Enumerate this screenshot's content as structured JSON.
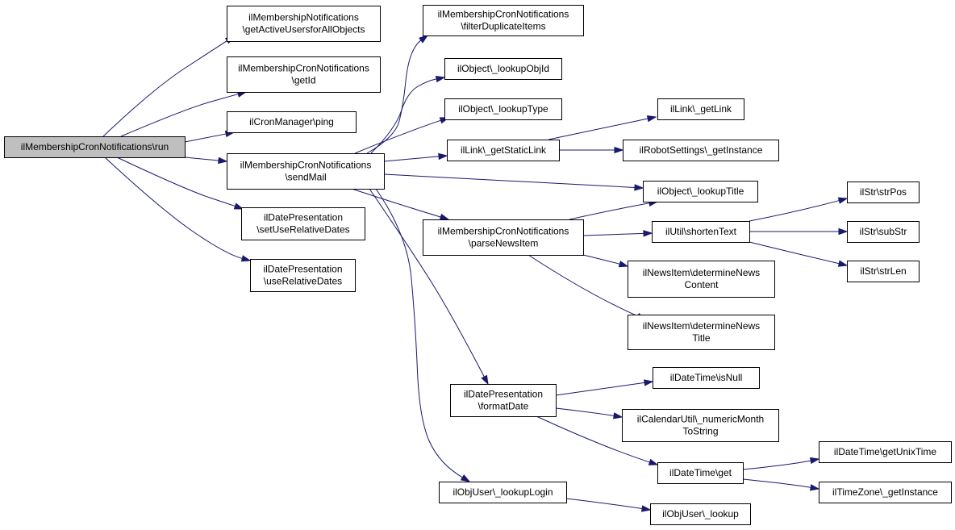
{
  "diagram": {
    "type": "call-graph",
    "colors": {
      "edge": "#191970",
      "root_fill": "#bfbfbf",
      "node_fill": "#ffffff",
      "border": "#000000"
    },
    "nodes": [
      {
        "id": "run",
        "lines": [
          "ilMembershipCronNotifications\\run"
        ],
        "root": true
      },
      {
        "id": "getActiveUsers",
        "lines": [
          "ilMembershipNotifications",
          "\\getActiveUsersforAllObjects"
        ]
      },
      {
        "id": "getId",
        "lines": [
          "ilMembershipCronNotifications",
          "\\getId"
        ]
      },
      {
        "id": "ping",
        "lines": [
          "ilCronManager\\ping"
        ]
      },
      {
        "id": "sendMail",
        "lines": [
          "ilMembershipCronNotifications",
          "\\sendMail"
        ]
      },
      {
        "id": "setUseRelativeDates",
        "lines": [
          "ilDatePresentation",
          "\\setUseRelativeDates"
        ]
      },
      {
        "id": "useRelativeDates",
        "lines": [
          "ilDatePresentation",
          "\\useRelativeDates"
        ]
      },
      {
        "id": "filterDuplicateItems",
        "lines": [
          "ilMembershipCronNotifications",
          "\\filterDuplicateItems"
        ]
      },
      {
        "id": "lookupObjId",
        "lines": [
          "ilObject\\_lookupObjId"
        ]
      },
      {
        "id": "lookupType",
        "lines": [
          "ilObject\\_lookupType"
        ]
      },
      {
        "id": "getStaticLink",
        "lines": [
          "ilLink\\_getStaticLink"
        ]
      },
      {
        "id": "parseNewsItem",
        "lines": [
          "ilMembershipCronNotifications",
          "\\parseNewsItem"
        ]
      },
      {
        "id": "formatDate",
        "lines": [
          "ilDatePresentation",
          "\\formatDate"
        ]
      },
      {
        "id": "lookupLogin",
        "lines": [
          "ilObjUser\\_lookupLogin"
        ]
      },
      {
        "id": "getLink",
        "lines": [
          "ilLink\\_getLink"
        ]
      },
      {
        "id": "robotGetInstance",
        "lines": [
          "ilRobotSettings\\_getInstance"
        ]
      },
      {
        "id": "lookupTitle",
        "lines": [
          "ilObject\\_lookupTitle"
        ]
      },
      {
        "id": "shortenText",
        "lines": [
          "ilUtil\\shortenText"
        ]
      },
      {
        "id": "determineNewsContent",
        "lines": [
          "ilNewsItem\\determineNews",
          "Content"
        ]
      },
      {
        "id": "determineNewsTitle",
        "lines": [
          "ilNewsItem\\determineNews",
          "Title"
        ]
      },
      {
        "id": "isNull",
        "lines": [
          "ilDateTime\\isNull"
        ]
      },
      {
        "id": "numericMonthToString",
        "lines": [
          "ilCalendarUtil\\_numericMonth",
          "ToString"
        ]
      },
      {
        "id": "dtGet",
        "lines": [
          "ilDateTime\\get"
        ]
      },
      {
        "id": "lookup",
        "lines": [
          "ilObjUser\\_lookup"
        ]
      },
      {
        "id": "strPos",
        "lines": [
          "ilStr\\strPos"
        ]
      },
      {
        "id": "subStr",
        "lines": [
          "ilStr\\subStr"
        ]
      },
      {
        "id": "strLen",
        "lines": [
          "ilStr\\strLen"
        ]
      },
      {
        "id": "getUnixTime",
        "lines": [
          "ilDateTime\\getUnixTime"
        ]
      },
      {
        "id": "tzGetInstance",
        "lines": [
          "ilTimeZone\\_getInstance"
        ]
      }
    ],
    "edges": [
      [
        "run",
        "getActiveUsers"
      ],
      [
        "run",
        "getId"
      ],
      [
        "run",
        "ping"
      ],
      [
        "run",
        "sendMail"
      ],
      [
        "run",
        "setUseRelativeDates"
      ],
      [
        "run",
        "useRelativeDates"
      ],
      [
        "sendMail",
        "filterDuplicateItems"
      ],
      [
        "sendMail",
        "lookupObjId"
      ],
      [
        "sendMail",
        "lookupType"
      ],
      [
        "sendMail",
        "getStaticLink"
      ],
      [
        "sendMail",
        "lookupTitle"
      ],
      [
        "sendMail",
        "parseNewsItem"
      ],
      [
        "sendMail",
        "formatDate"
      ],
      [
        "sendMail",
        "lookupLogin"
      ],
      [
        "getStaticLink",
        "getLink"
      ],
      [
        "getStaticLink",
        "robotGetInstance"
      ],
      [
        "parseNewsItem",
        "lookupTitle"
      ],
      [
        "parseNewsItem",
        "shortenText"
      ],
      [
        "parseNewsItem",
        "determineNewsContent"
      ],
      [
        "parseNewsItem",
        "determineNewsTitle"
      ],
      [
        "shortenText",
        "strPos"
      ],
      [
        "shortenText",
        "subStr"
      ],
      [
        "shortenText",
        "strLen"
      ],
      [
        "formatDate",
        "isNull"
      ],
      [
        "formatDate",
        "numericMonthToString"
      ],
      [
        "formatDate",
        "dtGet"
      ],
      [
        "dtGet",
        "getUnixTime"
      ],
      [
        "dtGet",
        "tzGetInstance"
      ],
      [
        "lookupLogin",
        "lookup"
      ]
    ]
  }
}
